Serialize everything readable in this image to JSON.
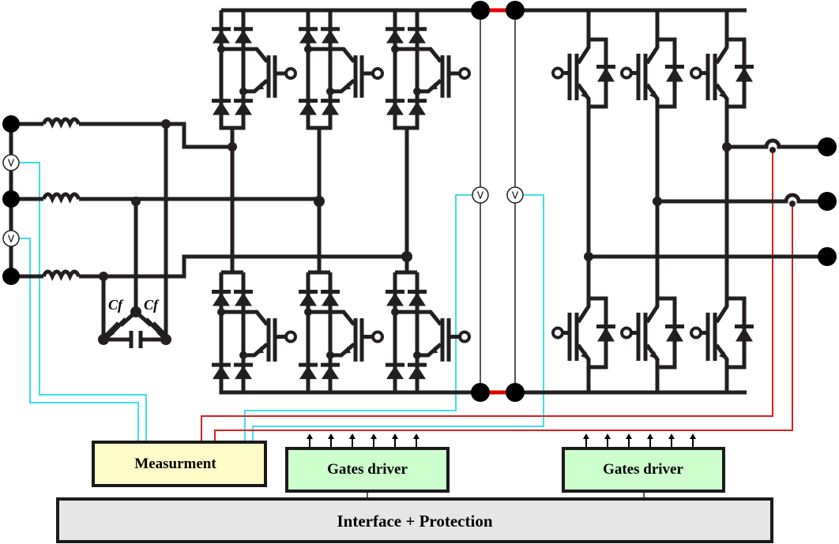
{
  "blocks": {
    "measurement": "Measurment",
    "gates_driver_rectifier": "Gates driver",
    "gates_driver_inverter": "Gates driver",
    "interface": "Interface + Protection"
  },
  "voltmeters": {
    "input_1": "V",
    "input_2": "V",
    "dc_link_1": "V",
    "dc_link_2": "V"
  },
  "capacitors": {
    "left": "Cf",
    "right": "Cf"
  },
  "colors": {
    "wire": "#231f20",
    "voltage_sense": "#3fe0ea",
    "current_sense": "#d62020",
    "measurement_fill": "#fdfcc8",
    "gates_driver_fill": "#ccffcc",
    "interface_fill": "#e6e6e6"
  }
}
